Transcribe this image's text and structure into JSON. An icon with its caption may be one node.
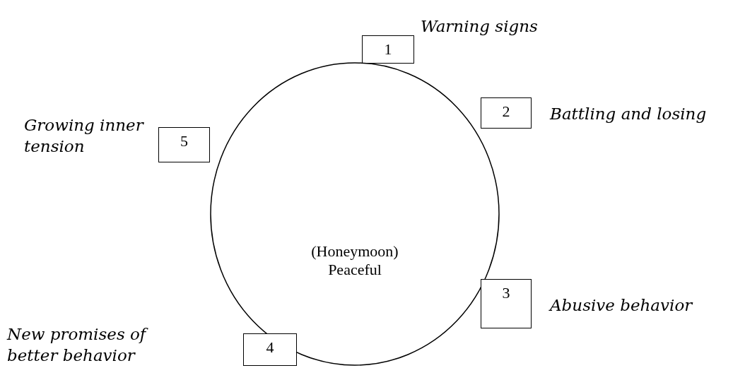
{
  "diagram": {
    "nodes": [
      {
        "text": [
          "1"
        ],
        "beside": [
          "Warning signs"
        ]
      },
      {
        "text": [
          "2"
        ],
        "beside": [
          "Battling and losing"
        ]
      },
      {
        "text": [
          "5"
        ],
        "beside": [
          "Growing inner tension"
        ]
      },
      {
        "text": [
          "(Honeymoon) Peaceful"
        ]
      },
      {
        "text": [
          "3"
        ],
        "beside": [
          "Abusive behavior"
        ]
      },
      {
        "text": [
          "4"
        ]
      }
    ],
    "labels": [
      "New promises of better behavior"
    ]
  }
}
